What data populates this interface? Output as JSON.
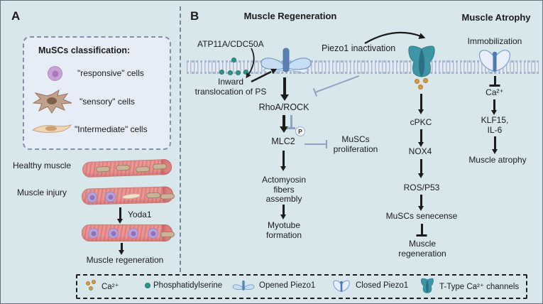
{
  "panel_a": {
    "label": "A",
    "box_title": "MuSCs classification:",
    "cell_types": [
      {
        "icon": "responsive-cell-icon",
        "label": "\"responsive\" cells"
      },
      {
        "icon": "sensory-cell-icon",
        "label": "\"sensory\" cells"
      },
      {
        "icon": "intermediate-cell-icon",
        "label": "\"Intermediate\" cells"
      }
    ],
    "healthy_muscle": "Healthy muscle",
    "muscle_injury": "Muscle injury",
    "yoda1": "Yoda1",
    "muscle_regeneration": "Muscle regeneration"
  },
  "panel_b": {
    "label": "B",
    "heading_left": "Muscle Regeneration",
    "heading_right": "Muscle Atrophy",
    "atp11a": "ATP11A/CDC50A",
    "ps_line1": "Inward",
    "ps_line2": "translocation of PS",
    "piezo1_inactivation": "Piezo1 inactivation",
    "immobilization": "Immobilization",
    "rhoa_rock": "RhoA/ROCK",
    "mlc2": "MLC2",
    "phospho_badge": "P",
    "muscs_proliferation": "MuSCs proliferation",
    "actomyosin": "Actomyosin fibers assembly",
    "myotube": "Myotube formation",
    "cpkc": "cPKC",
    "nox4": "NOX4",
    "ros_p53": "ROS/P53",
    "muscs_senescence": "MuSCs senecense",
    "muscle_regeneration": "Muscle regeneration",
    "ca2": "Ca²⁺",
    "klf15": "KLF15,",
    "il6": "IL-6",
    "muscle_atrophy": "Muscle atrophy"
  },
  "legend": {
    "items": [
      {
        "icon": "calcium-icon",
        "label": "Ca²⁺"
      },
      {
        "icon": "phosphatidylserine-icon",
        "label": "Phosphatidylserine"
      },
      {
        "icon": "opened-piezo1-icon",
        "label": "Opened Piezo1"
      },
      {
        "icon": "closed-piezo1-icon",
        "label": "Closed Piezo1"
      },
      {
        "icon": "ttype-channel-icon",
        "label": "T-Type Ca²⁺ channels"
      }
    ]
  },
  "colors": {
    "background": "#d8e7ec",
    "membrane": "#aebdd2",
    "opened_piezo1": "#c7ddf1",
    "piezo1_stalk": "#5a81b6",
    "ttype_channel": "#3d95a6",
    "calcium": "#d49a3f",
    "phosphatidylserine": "#2f9387",
    "inhibition_grey": "#8fa4c2",
    "muscle_fiber": "#ec9595",
    "responsive_cell": "#c8a2d6",
    "sensory_cell": "#c1a18a",
    "intermediate_cell": "#edd5b5"
  }
}
